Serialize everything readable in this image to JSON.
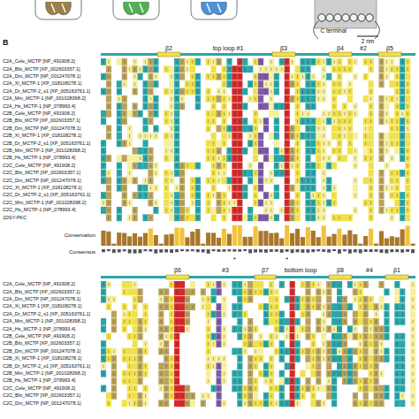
{
  "diagram": {
    "labels": [
      "C terminal",
      "2 nm",
      "B",
      "β2",
      "top loop #1",
      "β3",
      "β4",
      "#2",
      "β5",
      "C2A_Cele_MCTP [NP_491908.2]",
      "C2A_Bfo_MCTP [XP_002603357.1]",
      "C2A_Dm_MCTP [NP_001247078.1]",
      "C2A_Xl_MCTP-1 [XP_018108278.1]",
      "C2A_Dr_MCTP-2_s1 [XP_005163761.1]",
      "C2A_Mm_MCTP-1 [NP_001028398.2]",
      "C2A_Hs_MCTP-1 [NP_078993.4]",
      "C2B_Cele_MCTP [NP_491908.2]",
      "C2B_Bfo_MCTP [XP_002603357.1]",
      "C2B_Dm_MCTP [NP_001247078.1]",
      "C2B_Xl_MCTP-1 [XP_018108278.1]",
      "C2B_Dr_MCTP-2_s1 [XP_005163761.1]",
      "C2B_Mm_MCTP-1 [NP_001028398.2]",
      "C2B_Hs_MCTP-1 [NP_078993.4]",
      "C2C_Cele_MCTP [NP_491908.2]",
      "C2C_Bfo_MCTP [XP_002603357.1]",
      "C2C_Dm_MCTP [NP_001247078.1]",
      "C2C_Xl_MCTP-1 [XP_018108278.1]",
      "C2C_Dr_MCTP-2_s1 [XP_005163761.1]",
      "C2C_Mm_MCTP-1 [NP_001028398.2]",
      "C2C_Hs_MCTP-1 [NP_078993.4]",
      "1DSY-PKC",
      "Conservation",
      "Consensus",
      "*",
      "*",
      "β6",
      "#3",
      "β7",
      "bottom loop",
      "β8",
      "#4",
      "β1",
      "C2A_Cele_MCTP [NP_491908.2]",
      "C2A_Bfo_MCTP [XP_002603357.1]",
      "C2A_Dm_MCTP [NP_001247078.1]",
      "C2A_Xl_MCTP-1 [XP_018108278.1]",
      "C2A_Dr_MCTP-2_s1 [XP_005163761.1]",
      "C2A_Mm_MCTP-1 [NP_001028398.2]",
      "C2A_Hs_MCTP-1 [NP_078993.4]",
      "C2B_Cele_MCTP [NP_491908.2]",
      "C2B_Bfo_MCTP [XP_002603357.1]",
      "C2B_Dm_MCTP [NP_001247078.1]",
      "C2B_Xl_MCTP-1 [XP_018108278.1]",
      "C2B_Dr_MCTP-2_s1 [XP_005163761.1]",
      "C2B_Mm_MCTP-1 [NP_001028398.2]",
      "C2B_Hs_MCTP-1 [NP_078993.4]",
      "C2C_Cele_MCTP [NP_491908.2]",
      "C2C_Bfo_MCTP [XP_002603357.1]",
      "C2C_Dm_MCTP [NP_001247078.1]"
    ]
  }
}
